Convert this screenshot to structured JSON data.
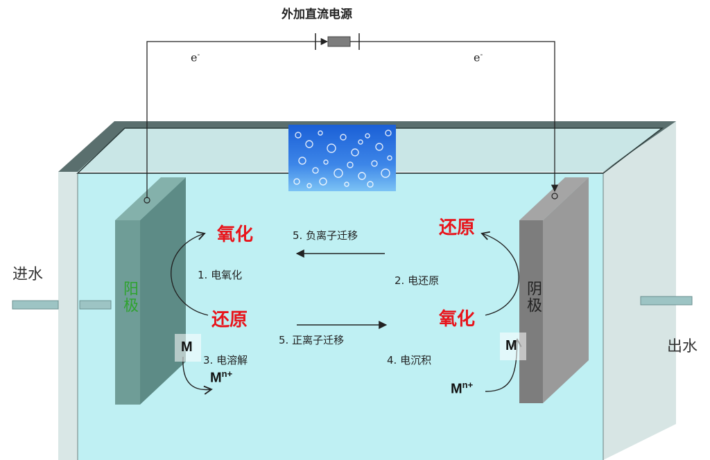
{
  "title": "外加直流电源",
  "electron_left": "e",
  "electron_right": "e",
  "electron_sup": "-",
  "inlet": "进水",
  "outlet": "出水",
  "anode_label": "阳极",
  "cathode_label": "阴极",
  "anode": {
    "oxidation": "氧化",
    "reduction": "还原",
    "step1": "1. 电氧化",
    "step3": "3. 电溶解",
    "metal": "M",
    "ion_base": "M",
    "ion_sup": "n+"
  },
  "cathode": {
    "reduction": "还原",
    "oxidation": "氧化",
    "step2": "2. 电还原",
    "step4": "4. 电沉积",
    "metal": "M",
    "ion_base": "M",
    "ion_sup": "n+"
  },
  "migration_neg": "5. 负离子迁移",
  "migration_pos": "5. 正离子迁移",
  "colors": {
    "water": "#bff0f3",
    "tank_wall": "#d9e7e6",
    "tank_top": "#5a6f6e",
    "anode": "#6f9d97",
    "cathode": "#8d8d8d",
    "anode_text": "#2ea32e",
    "red_text": "#e8141b"
  }
}
